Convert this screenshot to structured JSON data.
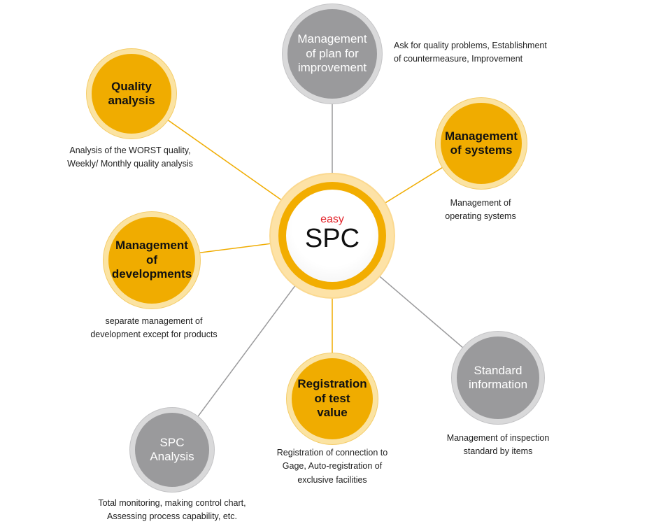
{
  "colors": {
    "accent": "#f0ac00",
    "accent_light": "#fbe3a2",
    "gray": "#9a9a9c",
    "gray_light": "#d9d9da",
    "easy_red": "#e3242b"
  },
  "center": {
    "prefix": "easy",
    "title": "SPC"
  },
  "nodes": [
    {
      "id": "plan",
      "label": "Management\nof plan for\nimprovement",
      "style": "gray",
      "description": "Ask for quality problems, Establishment\nof countermeasure, Improvement"
    },
    {
      "id": "systems",
      "label": "Management\nof systems",
      "style": "yellow",
      "description": "Management of\noperating systems"
    },
    {
      "id": "standard",
      "label": "Standard\ninformation",
      "style": "gray",
      "description": "Management of inspection\nstandard by items"
    },
    {
      "id": "registration",
      "label": "Registration\nof test\nvalue",
      "style": "yellow",
      "description": "Registration of connection to\nGage, Auto-registration of\nexclusive facilities"
    },
    {
      "id": "spc-analysis",
      "label": "SPC\nAnalysis",
      "style": "gray",
      "description": "Total monitoring, making control chart,\nAssessing process capability, etc."
    },
    {
      "id": "developments",
      "label": "Management of\ndevelopments",
      "style": "yellow",
      "description": "separate management of\ndevelopment except for products"
    },
    {
      "id": "quality",
      "label": "Quality\nanalysis",
      "style": "yellow",
      "description": "Analysis of the WORST quality,\nWeekly/ Monthly quality analysis"
    }
  ]
}
